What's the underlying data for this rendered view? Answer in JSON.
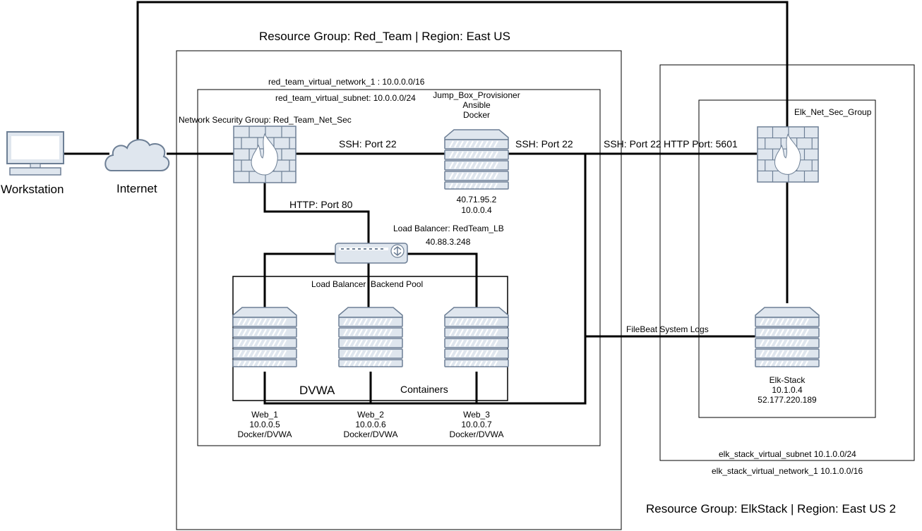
{
  "resource_groups": {
    "red": "Resource Group: Red_Team | Region: East US",
    "elk": "Resource Group: ElkStack | Region: East US 2"
  },
  "networks": {
    "red_vnet": "red_team_virtual_network_1 : 10.0.0.0/16",
    "red_subnet": "red_team_virtual_subnet: 10.0.0.0/24",
    "elk_subnet": "elk_stack_virtual_subnet 10.1.0.0/24",
    "elk_vnet": "elk_stack_virtual_network_1 10.1.0.0/16"
  },
  "workstation": {
    "label": "Workstation"
  },
  "internet": {
    "label": "Internet"
  },
  "red_nsg": {
    "label": "Network Security Group: Red_Team_Net_Sec"
  },
  "elk_nsg": {
    "label": "Elk_Net_Sec_Group"
  },
  "jump_box": {
    "name": "Jump_Box_Provisioner",
    "line2": "Ansible",
    "line3": "Docker",
    "public_ip": "40.71.95.2",
    "private_ip": "10.0.0.4"
  },
  "load_balancer": {
    "name": "Load Balancer: RedTeam_LB",
    "ip": "40.88.3.248"
  },
  "backend_pool": {
    "label": "Load Balancer  Backend Pool",
    "dvwa": "DVWA",
    "containers": "Containers"
  },
  "web_servers": [
    {
      "name": "Web_1",
      "ip": "10.0.0.5",
      "role": "Docker/DVWA"
    },
    {
      "name": "Web_2",
      "ip": "10.0.0.6",
      "role": "Docker/DVWA"
    },
    {
      "name": "Web_3",
      "ip": "10.0.0.7",
      "role": "Docker/DVWA"
    }
  ],
  "elk_stack": {
    "name": "Elk-Stack",
    "private_ip": "10.1.0.4",
    "public_ip": "52.177.220.189"
  },
  "connections": {
    "ssh_nsg_jump": "SSH: Port 22",
    "ssh_jump_out": "SSH: Port 22",
    "ssh_elk": "SSH: Port 22",
    "http_kibana": "HTTP Port: 5601",
    "http_lb": "HTTP: Port 80",
    "filebeat": "FileBeat System Logs"
  },
  "colors": {
    "line": "#000000",
    "device_fill": "#dfe6ee",
    "device_stroke": "#6d7f95",
    "firewall_fill": "#dfe6ee",
    "flame": "#ffffff"
  }
}
